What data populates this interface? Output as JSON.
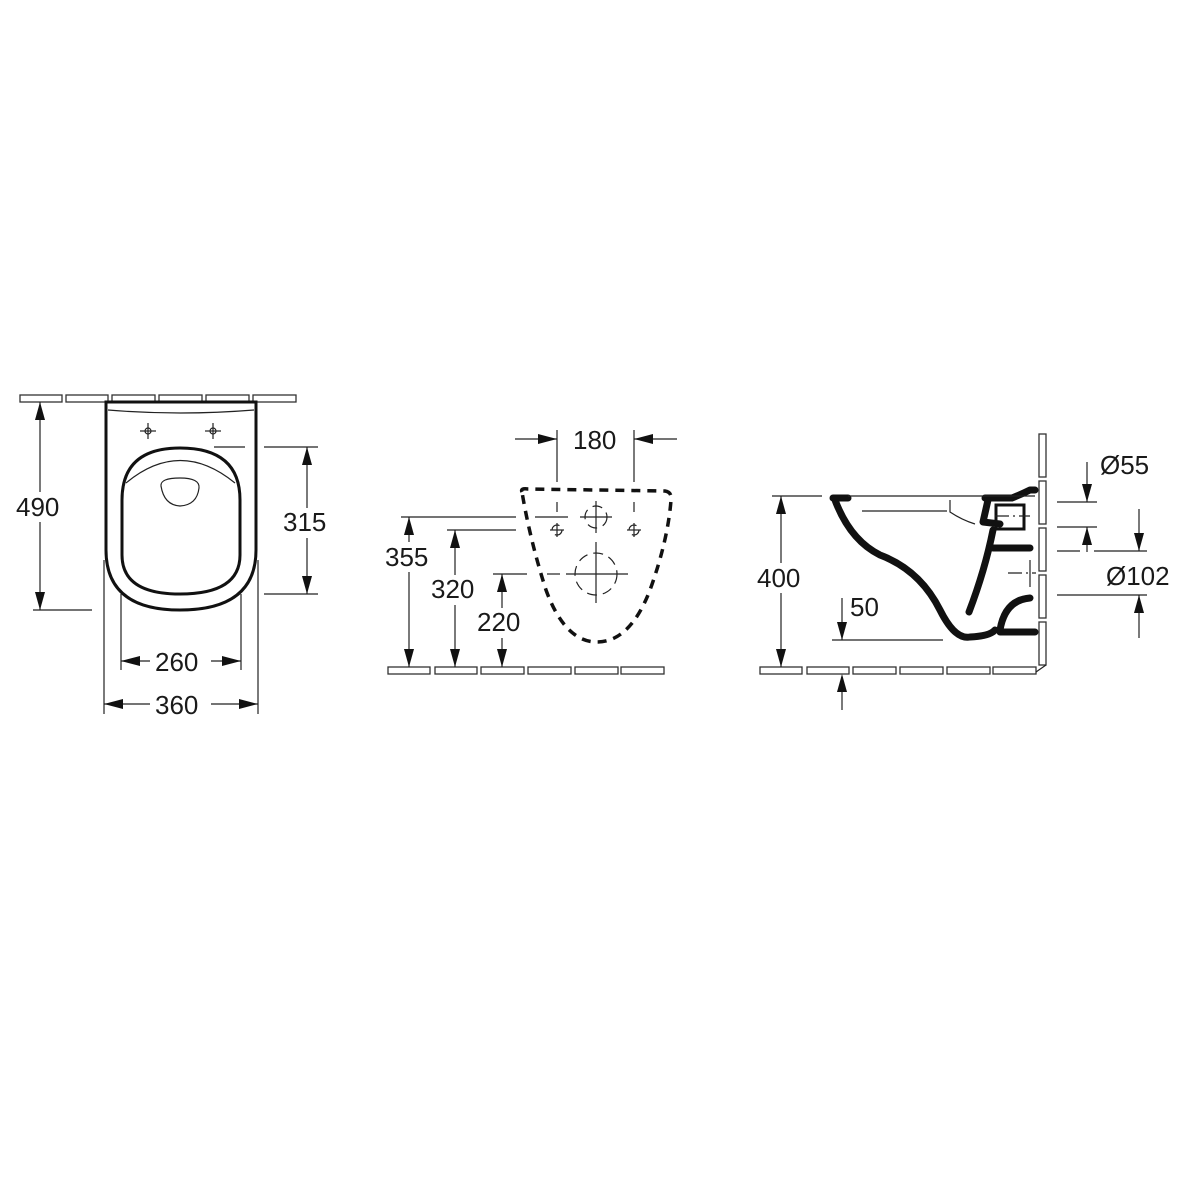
{
  "drawing": {
    "views": [
      {
        "name": "top-view",
        "dimensions": {
          "overall_length": "490",
          "seat_hinge_to_front": "315",
          "inner_width": "260",
          "outer_width": "360"
        }
      },
      {
        "name": "rear-view",
        "dimensions": {
          "fixing_spacing": "180",
          "upper_fixing_height": "355",
          "lower_fixing_height": "320",
          "outlet_height": "220"
        }
      },
      {
        "name": "side-view",
        "dimensions": {
          "rim_height": "400",
          "water_seal": "50",
          "inlet_diameter": "Ø55",
          "outlet_diameter": "Ø102"
        }
      }
    ],
    "colors": {
      "line": "#111111",
      "background": "#ffffff"
    }
  }
}
